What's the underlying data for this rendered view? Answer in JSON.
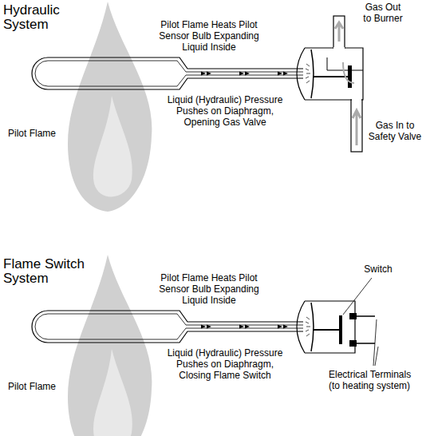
{
  "diagram": {
    "labels": [
      "Hydraulic System",
      "Pilot Flame Heats Pilot Sensor Bulb Expanding Liquid Inside",
      "Gas Out to Burner",
      "Liquid (Hydraulic) Pressure Pushes on Diaphragm, Opening Gas Valve",
      "Pilot Flame",
      "Gas In to Safety Valve",
      "Flame Switch System",
      "Pilot Flame Heats Pilot Sensor Bulb Expanding Liquid Inside",
      "Switch",
      "Liquid (Hydraulic) Pressure Pushes on Diaphragm, Closing Flame Switch",
      "Pilot Flame",
      "Electrical Terminals (to heating system)"
    ]
  }
}
